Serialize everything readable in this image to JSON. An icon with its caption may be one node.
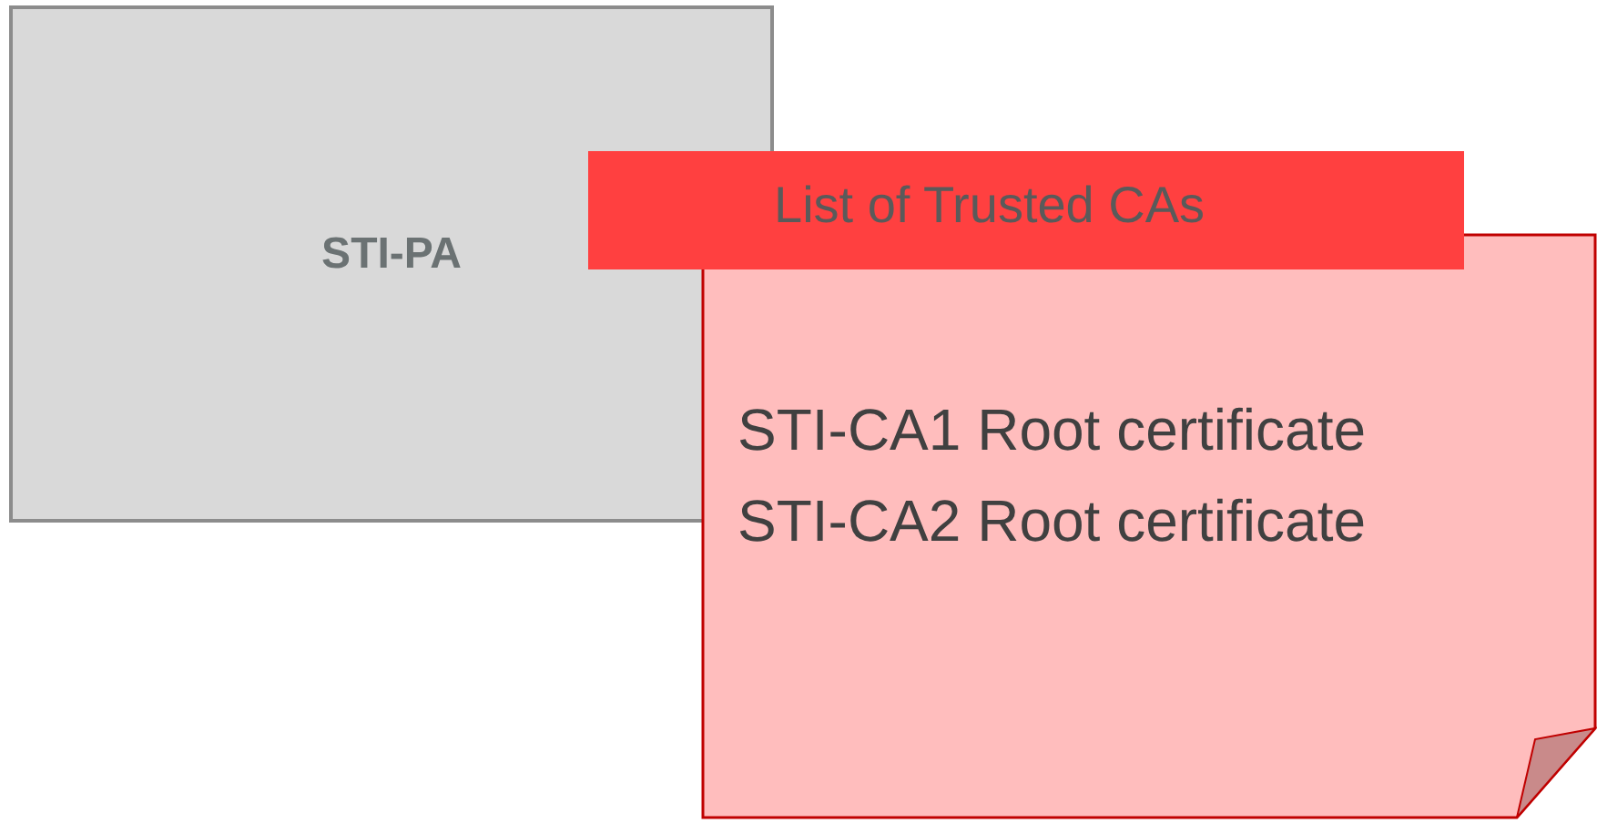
{
  "diagram": {
    "nodes": [
      {
        "text": [
          "STI-PA"
        ]
      },
      {
        "text": [
          "List of Trusted CAs"
        ]
      },
      {
        "text": [
          "STI-CA1 Root certificate",
          "STI-CA2 Root certificate"
        ]
      }
    ]
  }
}
